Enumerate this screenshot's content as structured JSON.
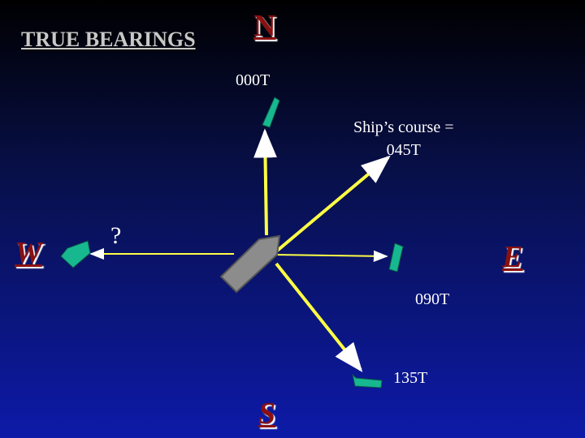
{
  "title": "TRUE BEARINGS",
  "cardinals": {
    "north": "N",
    "west": "W",
    "east": "E",
    "south": "S"
  },
  "labels": {
    "b000": "000T",
    "course_line1": "Ship’s course =",
    "course_line2": "045T",
    "b090": "090T",
    "b135": "135T",
    "unknown": "?"
  },
  "colors": {
    "arrow": "#ffff44",
    "ship_marker": "#17b890",
    "own_ship": "#8c8c8c",
    "cardinal": "#8a1010"
  }
}
